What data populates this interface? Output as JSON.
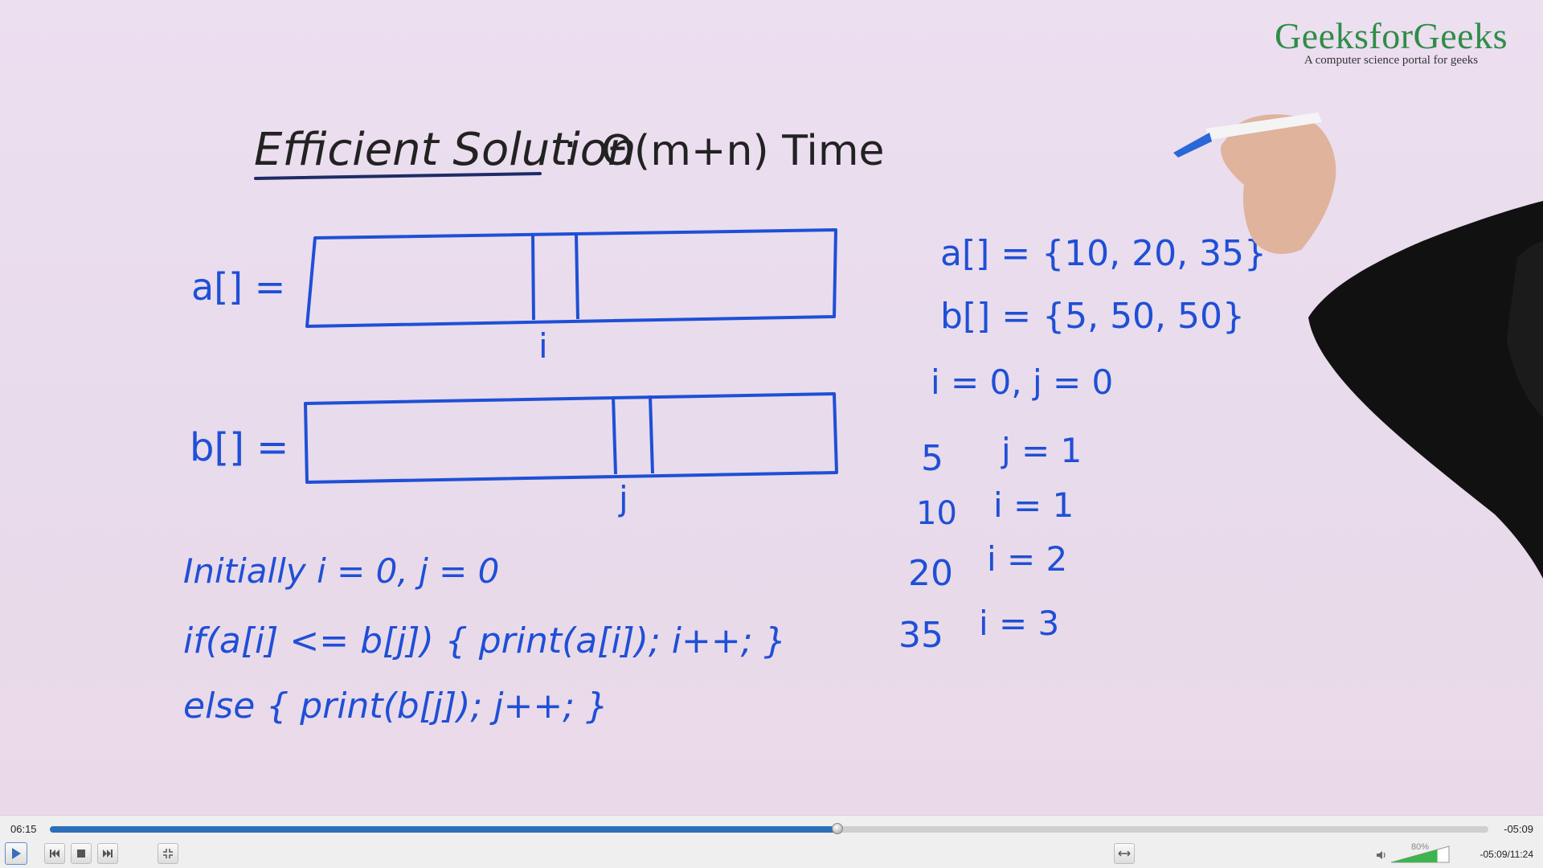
{
  "video": {
    "watermark": {
      "title": "GeeksforGeeks",
      "subtitle": "A computer science portal for geeks"
    },
    "board": {
      "heading_left": "Efficient Solution",
      "heading_colon": ":",
      "heading_right": "Θ(m+n) Time",
      "array_a_label": "a[] =",
      "array_b_label": "b[] =",
      "pointer_i": "i",
      "pointer_j": "j",
      "line_initially": "Initially  i = 0,  j = 0",
      "line_if": "if(a[i] <= b[j])  { print(a[i]);  i++; }",
      "line_else": "else   { print(b[j]);   j++; }",
      "example_a": "a[] = {10, 20, 35}",
      "example_b": "b[] = {5, 50, 50}",
      "example_init": "i = 0,  j = 0",
      "trace": [
        {
          "value": "5",
          "step": "j = 1"
        },
        {
          "value": "10",
          "step": "i = 1"
        },
        {
          "value": "20",
          "step": "i = 2"
        },
        {
          "value": "35",
          "step": "i = 3"
        }
      ]
    }
  },
  "player": {
    "elapsed": "06:15",
    "remaining": "-05:09",
    "progress_fraction": 0.5474,
    "volume_label": "80%",
    "volume_level": 0.8,
    "time_total": "-05:09/11:24",
    "icons": {
      "play": "play-icon",
      "previous": "skip-previous-icon",
      "stop": "stop-icon",
      "next": "skip-next-icon",
      "fullscreen": "fullscreen-toggle-icon",
      "aspect": "aspect-ratio-icon",
      "volume": "speaker-icon"
    },
    "colors": {
      "progress": "#2b6fb8",
      "volume": "#3fb34f",
      "ink": "#1f4fd6",
      "brand": "#2f8d46"
    }
  }
}
